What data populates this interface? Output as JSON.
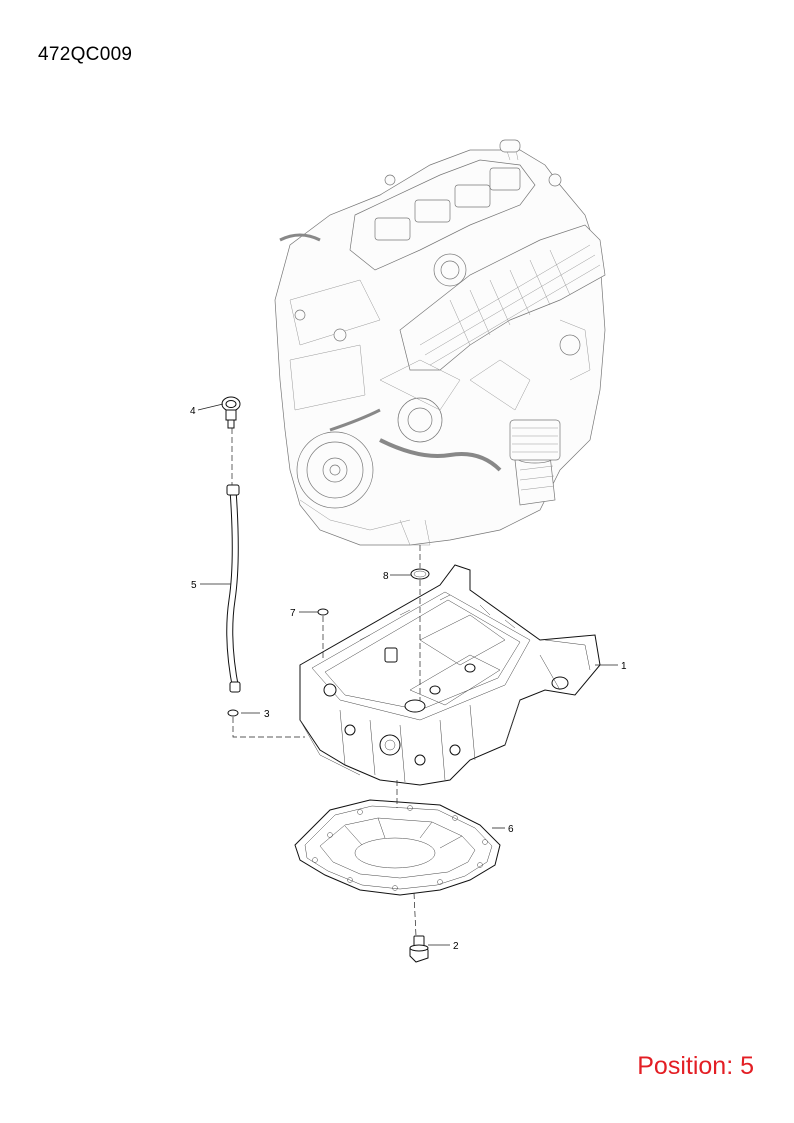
{
  "header": {
    "code": "472QC009"
  },
  "footer": {
    "position": "Position: 5"
  },
  "callouts": [
    {
      "num": "1",
      "part": "oil-pan-upper"
    },
    {
      "num": "2",
      "part": "drain-plug"
    },
    {
      "num": "3",
      "part": "dipstick-tube-o-ring"
    },
    {
      "num": "4",
      "part": "dipstick"
    },
    {
      "num": "5",
      "part": "dipstick-tube"
    },
    {
      "num": "6",
      "part": "oil-pan-lower"
    },
    {
      "num": "7",
      "part": "o-ring-small"
    },
    {
      "num": "8",
      "part": "o-ring-large"
    }
  ]
}
